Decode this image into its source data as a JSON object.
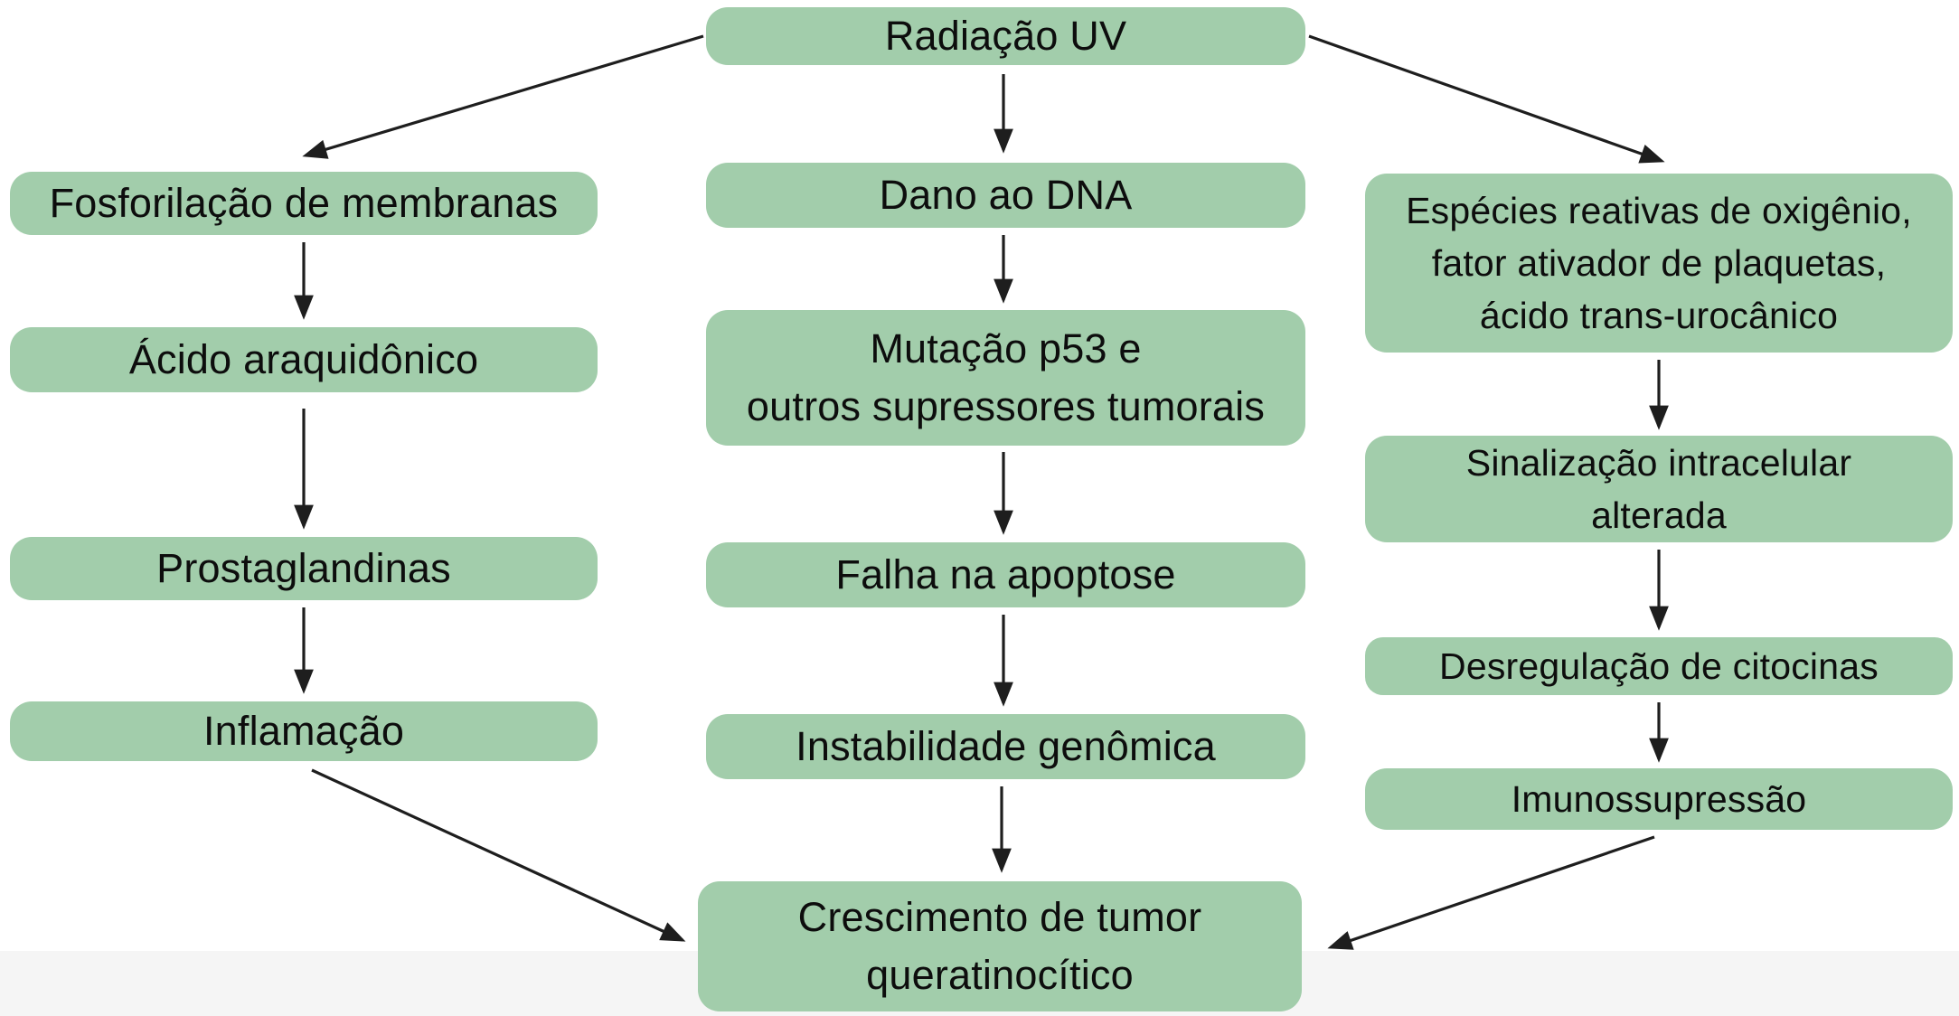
{
  "theme": {
    "background": "#ffffff",
    "footer_band": "#f5f5f5",
    "node_fill": "#a2cdab",
    "node_text": "#0d0d0d",
    "arrow_color": "#1e1e1e"
  },
  "diagram": {
    "type": "flowchart",
    "language": "pt-BR",
    "root": "Radiação UV",
    "nodes": {
      "uv": "Radiação UV",
      "left1": "Fosforilação de membranas",
      "left2": "Ácido araquidônico",
      "left3": "Prostaglandinas",
      "left4": "Inflamação",
      "mid1": "Dano ao DNA",
      "mid2": "Mutação p53 e\noutros supressores tumorais",
      "mid3": "Falha na apoptose",
      "mid4": "Instabilidade genômica",
      "right1": "Espécies reativas de oxigênio,\nfator ativador de plaquetas,\nácido trans-urocânico",
      "right2": "Sinalização intracelular\nalterada",
      "right3": "Desregulação de citocinas",
      "right4": "Imunossupressão",
      "sink": "Crescimento de tumor\nqueratinocítico"
    },
    "edges": [
      {
        "from": "uv",
        "to": "left1"
      },
      {
        "from": "uv",
        "to": "mid1"
      },
      {
        "from": "uv",
        "to": "right1"
      },
      {
        "from": "left1",
        "to": "left2"
      },
      {
        "from": "left2",
        "to": "left3"
      },
      {
        "from": "left3",
        "to": "left4"
      },
      {
        "from": "left4",
        "to": "sink"
      },
      {
        "from": "mid1",
        "to": "mid2"
      },
      {
        "from": "mid2",
        "to": "mid3"
      },
      {
        "from": "mid3",
        "to": "mid4"
      },
      {
        "from": "mid4",
        "to": "sink"
      },
      {
        "from": "right1",
        "to": "right2"
      },
      {
        "from": "right2",
        "to": "right3"
      },
      {
        "from": "right3",
        "to": "right4"
      },
      {
        "from": "right4",
        "to": "sink"
      }
    ]
  }
}
